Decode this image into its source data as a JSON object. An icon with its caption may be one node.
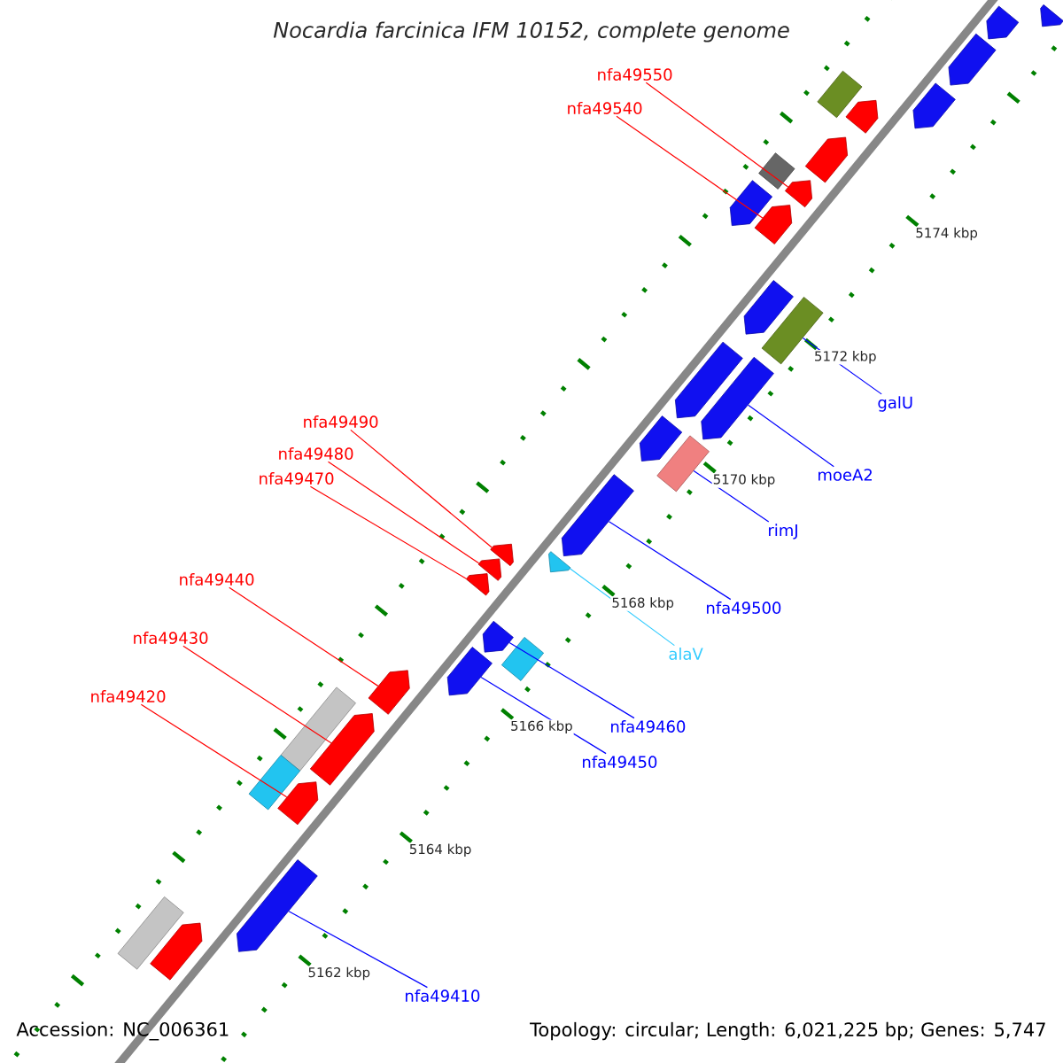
{
  "diagram": {
    "title": "Nocardia farcinica IFM 10152, complete genome",
    "nodes": [
      {
        "text": [
          "nfa49550"
        ]
      },
      {
        "text": [
          "nfa49540"
        ]
      },
      {
        "text": [
          "galU"
        ]
      },
      {
        "text": [
          "nfa49490"
        ]
      },
      {
        "text": [
          "nfa49480"
        ]
      },
      {
        "text": [
          "moeA2"
        ]
      },
      {
        "text": [
          "nfa49470"
        ]
      },
      {
        "text": [
          "rimJ"
        ]
      },
      {
        "text": [
          "nfa49440"
        ]
      },
      {
        "text": [
          "nfa49500"
        ]
      },
      {
        "text": [
          "nfa49430"
        ]
      },
      {
        "text": [
          "alaV"
        ]
      },
      {
        "text": [
          "nfa49420"
        ]
      },
      {
        "text": [
          "nfa49460"
        ]
      },
      {
        "text": [
          "nfa49450"
        ]
      },
      {
        "text": [
          "nfa49410"
        ]
      },
      {
        "text": [],
        "shape": "pentagon"
      },
      {
        "text": [],
        "shape": "pentagon"
      },
      {
        "text": [],
        "shape": "pentagon"
      },
      {
        "text": [],
        "shape": "pentagon"
      },
      {
        "text": [],
        "shape": "box"
      },
      {
        "text": [],
        "shape": "pentagon"
      },
      {
        "text": [],
        "shape": "pentagon"
      },
      {
        "text": [],
        "shape": "diamond"
      },
      {
        "text": [],
        "shape": "pentagon"
      },
      {
        "text": [],
        "shape": "pentagon"
      },
      {
        "text": [],
        "shape": "pentagon"
      },
      {
        "text": [],
        "shape": "pentagon"
      },
      {
        "text": [],
        "shape": "box"
      },
      {
        "text": [],
        "shape": "pentagon"
      },
      {
        "text": [],
        "shape": "pentagon"
      },
      {
        "text": [],
        "shape": "box"
      },
      {
        "text": [],
        "shape": "pentagon"
      },
      {
        "text": [],
        "shape": "pentagon"
      },
      {
        "text": [],
        "shape": "pentagon"
      },
      {
        "text": [],
        "shape": "pentagon"
      },
      {
        "text": [],
        "shape": "pentagon"
      },
      {
        "text": [],
        "shape": "pentagon"
      },
      {
        "text": [],
        "shape": "box"
      },
      {
        "text": [],
        "shape": "pentagon"
      },
      {
        "text": [],
        "shape": "pentagon"
      },
      {
        "text": [],
        "shape": "pentagon"
      },
      {
        "text": [],
        "shape": "box"
      },
      {
        "text": [],
        "shape": "pentagon"
      },
      {
        "text": [],
        "shape": "box"
      },
      {
        "text": [],
        "shape": "pentagon"
      },
      {
        "text": [],
        "shape": "pentagon"
      },
      {
        "text": [],
        "shape": "box"
      },
      {
        "text": [],
        "shape": "pentagon"
      }
    ],
    "edges": [
      {
        "from": 0,
        "to": 24,
        "arrow": "none",
        "color": "#ff0000"
      },
      {
        "from": 1,
        "to": 26,
        "arrow": "none",
        "color": "#ff0000"
      },
      {
        "from": 2,
        "to": 28,
        "arrow": "none",
        "color": "#0000ff"
      },
      {
        "from": 3,
        "to": 35,
        "arrow": "none",
        "color": "#ff0000"
      },
      {
        "from": 4,
        "to": 36,
        "arrow": "none",
        "color": "#ff0000"
      },
      {
        "from": 5,
        "to": 30,
        "arrow": "none",
        "color": "#0000ff"
      },
      {
        "from": 6,
        "to": 37,
        "arrow": "none",
        "color": "#ff0000"
      },
      {
        "from": 7,
        "to": 31,
        "arrow": "none",
        "color": "#0000ff"
      },
      {
        "from": 8,
        "to": 41,
        "arrow": "none",
        "color": "#ff0000"
      },
      {
        "from": 9,
        "to": 33,
        "arrow": "none",
        "color": "#0000ff"
      },
      {
        "from": 10,
        "to": 43,
        "arrow": "none",
        "color": "#ff0000"
      },
      {
        "from": 11,
        "to": 34,
        "arrow": "none",
        "color": "#33ccff"
      },
      {
        "from": 12,
        "to": 45,
        "arrow": "none",
        "color": "#ff0000"
      },
      {
        "from": 13,
        "to": 39,
        "arrow": "none",
        "color": "#0000ff"
      },
      {
        "from": 14,
        "to": 40,
        "arrow": "none",
        "color": "#0000ff"
      },
      {
        "from": 15,
        "to": 46,
        "arrow": "none",
        "color": "#0000ff"
      }
    ],
    "labels": [
      "5174 kbp",
      "5172 kbp",
      "5170 kbp",
      "5168 kbp",
      "5166 kbp",
      "5164 kbp",
      "5162 kbp",
      "Accession: NC_006361",
      "Topology: circular; Length: 6,021,225 bp; Genes: 5,747"
    ]
  }
}
